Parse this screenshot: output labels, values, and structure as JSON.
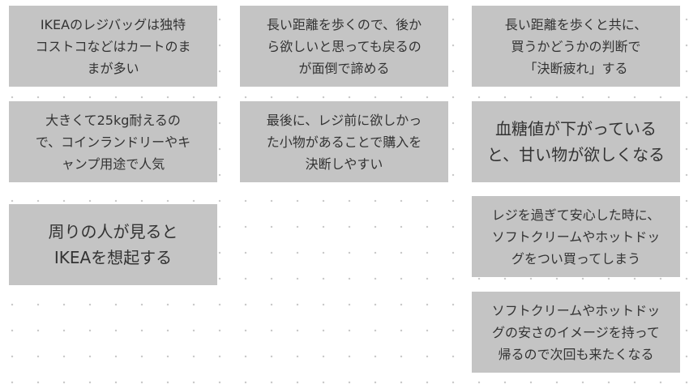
{
  "notes": [
    {
      "text": "IKEAのレジバッグは独特\nコストコなどはカートのま\nまが多い"
    },
    {
      "text": "長い距離を歩くので、後か\nら欲しいと思っても戻るの\nが面倒で諦める"
    },
    {
      "text": "長い距離を歩くと共に、\n買うかどうかの判断で\n「決断疲れ」する"
    },
    {
      "text": "大きくて25kg耐えるの\nで、コインランドリーやキ\nャンプ用途で人気"
    },
    {
      "text": "最後に、レジ前に欲しかっ\nた小物があることで購入を\n決断しやすい"
    },
    {
      "text": "血糖値が下がっている\nと、甘い物が欲しくなる"
    },
    {
      "text": "周りの人が見ると\nIKEAを想起する"
    },
    {
      "text": "レジを過ぎて安心した時に、\nソフトクリームやホットドッ\nグをつい買ってしまう"
    },
    {
      "text": "ソフトクリームやホットドッ\nグの安さのイメージを持って\n帰るので次回も来たくなる"
    }
  ],
  "colors": {
    "note": "#c4c4c4",
    "text": "#333333",
    "dot": "#c8c8c8"
  }
}
